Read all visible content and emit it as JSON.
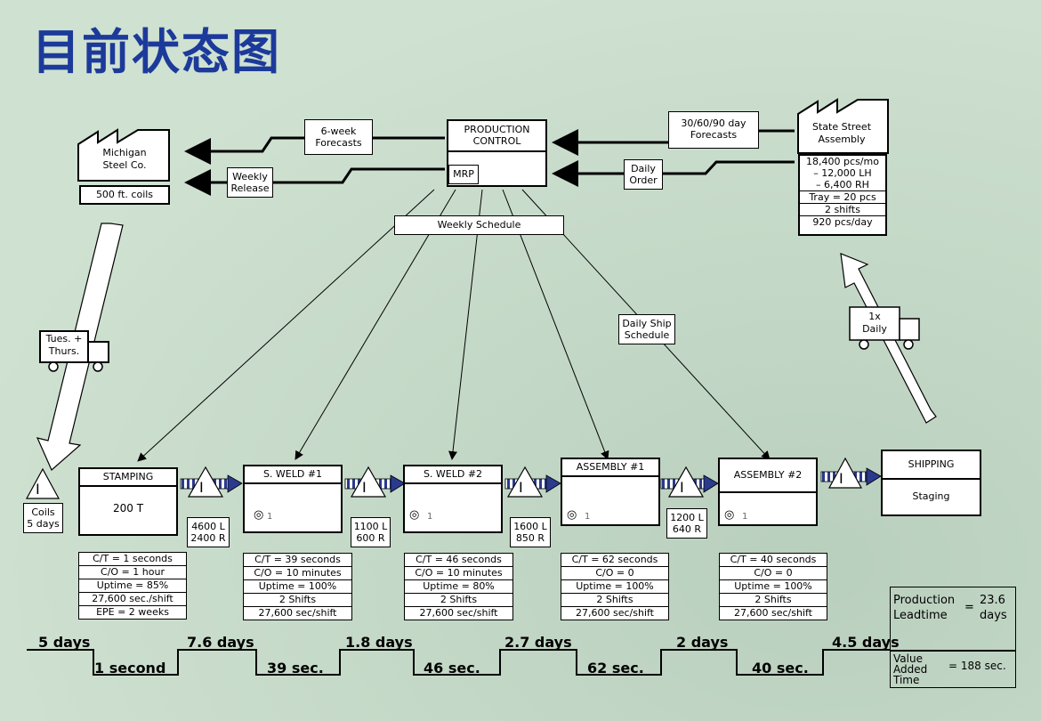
{
  "title": "目前状态图",
  "production_control": {
    "line1": "PRODUCTION",
    "line2": "CONTROL",
    "mrp": "MRP"
  },
  "supplier": {
    "name_line1": "Michigan",
    "name_line2": "Steel Co.",
    "spec": "500 ft. coils"
  },
  "customer": {
    "name_line1": "State Street",
    "name_line2": "Assembly",
    "data": [
      "18,400 pcs/mo",
      "– 12,000 LH",
      "–   6,400 RH",
      "Tray = 20 pcs",
      "2 shifts",
      "920 pcs/day"
    ]
  },
  "info_labels": {
    "forecasts_6week": "6-week\nForecasts",
    "weekly_release": "Weekly\nRelease",
    "forecasts_30_60_90": "30/60/90 day\nForecasts",
    "daily_order": "Daily\nOrder",
    "weekly_schedule": "Weekly Schedule",
    "daily_ship_schedule": "Daily Ship\nSchedule"
  },
  "truck_in": "Tues. +\nThurs.",
  "truck_out": "1x\nDaily",
  "inventory_symbol": "I",
  "raw_inventory": "Coils\n5 days",
  "processes": [
    {
      "name": "STAMPING",
      "body": "200 T",
      "operators": "",
      "data": [
        "C/T = 1 seconds",
        "C/O = 1 hour",
        "Uptime = 85%",
        "27,600 sec./shift",
        "EPE = 2 weeks"
      ]
    },
    {
      "name": "S. WELD #1",
      "body": "",
      "operators": "1",
      "data": [
        "C/T = 39 seconds",
        "C/O = 10 minutes",
        "Uptime = 100%",
        "2 Shifts",
        "27,600 sec/shift"
      ]
    },
    {
      "name": "S. WELD #2",
      "body": "",
      "operators": "1",
      "data": [
        "C/T = 46 seconds",
        "C/O = 10 minutes",
        "Uptime = 80%",
        "2 Shifts",
        "27,600 sec/shift"
      ]
    },
    {
      "name": "ASSEMBLY #1",
      "body": "",
      "operators": "1",
      "data": [
        "C/T = 62 seconds",
        "C/O = 0",
        "Uptime = 100%",
        "2 Shifts",
        "27,600 sec/shift"
      ]
    },
    {
      "name": "ASSEMBLY #2",
      "body": "",
      "operators": "1",
      "data": [
        "C/T = 40 seconds",
        "C/O = 0",
        "Uptime = 100%",
        "2 Shifts",
        "27,600 sec/shift"
      ]
    },
    {
      "name": "SHIPPING",
      "body": "Staging",
      "operators": "",
      "data": []
    }
  ],
  "inventories": [
    "4600 L\n2400 R",
    "1100 L\n600 R",
    "1600 L\n850 R",
    "1200 L\n640 R"
  ],
  "timeline": {
    "waits": [
      "5 days",
      "7.6 days",
      "1.8 days",
      "2.7 days",
      "2 days",
      "4.5 days"
    ],
    "process_times": [
      "1 second",
      "39 sec.",
      "46 sec.",
      "62 sec.",
      "40 sec."
    ]
  },
  "summary": {
    "lead_label": "Production\nLeadtime",
    "lead_eq": "=",
    "lead_value": "23.6\ndays",
    "va_label": "Value\nAdded\nTime",
    "va_value": "= 188 sec."
  }
}
